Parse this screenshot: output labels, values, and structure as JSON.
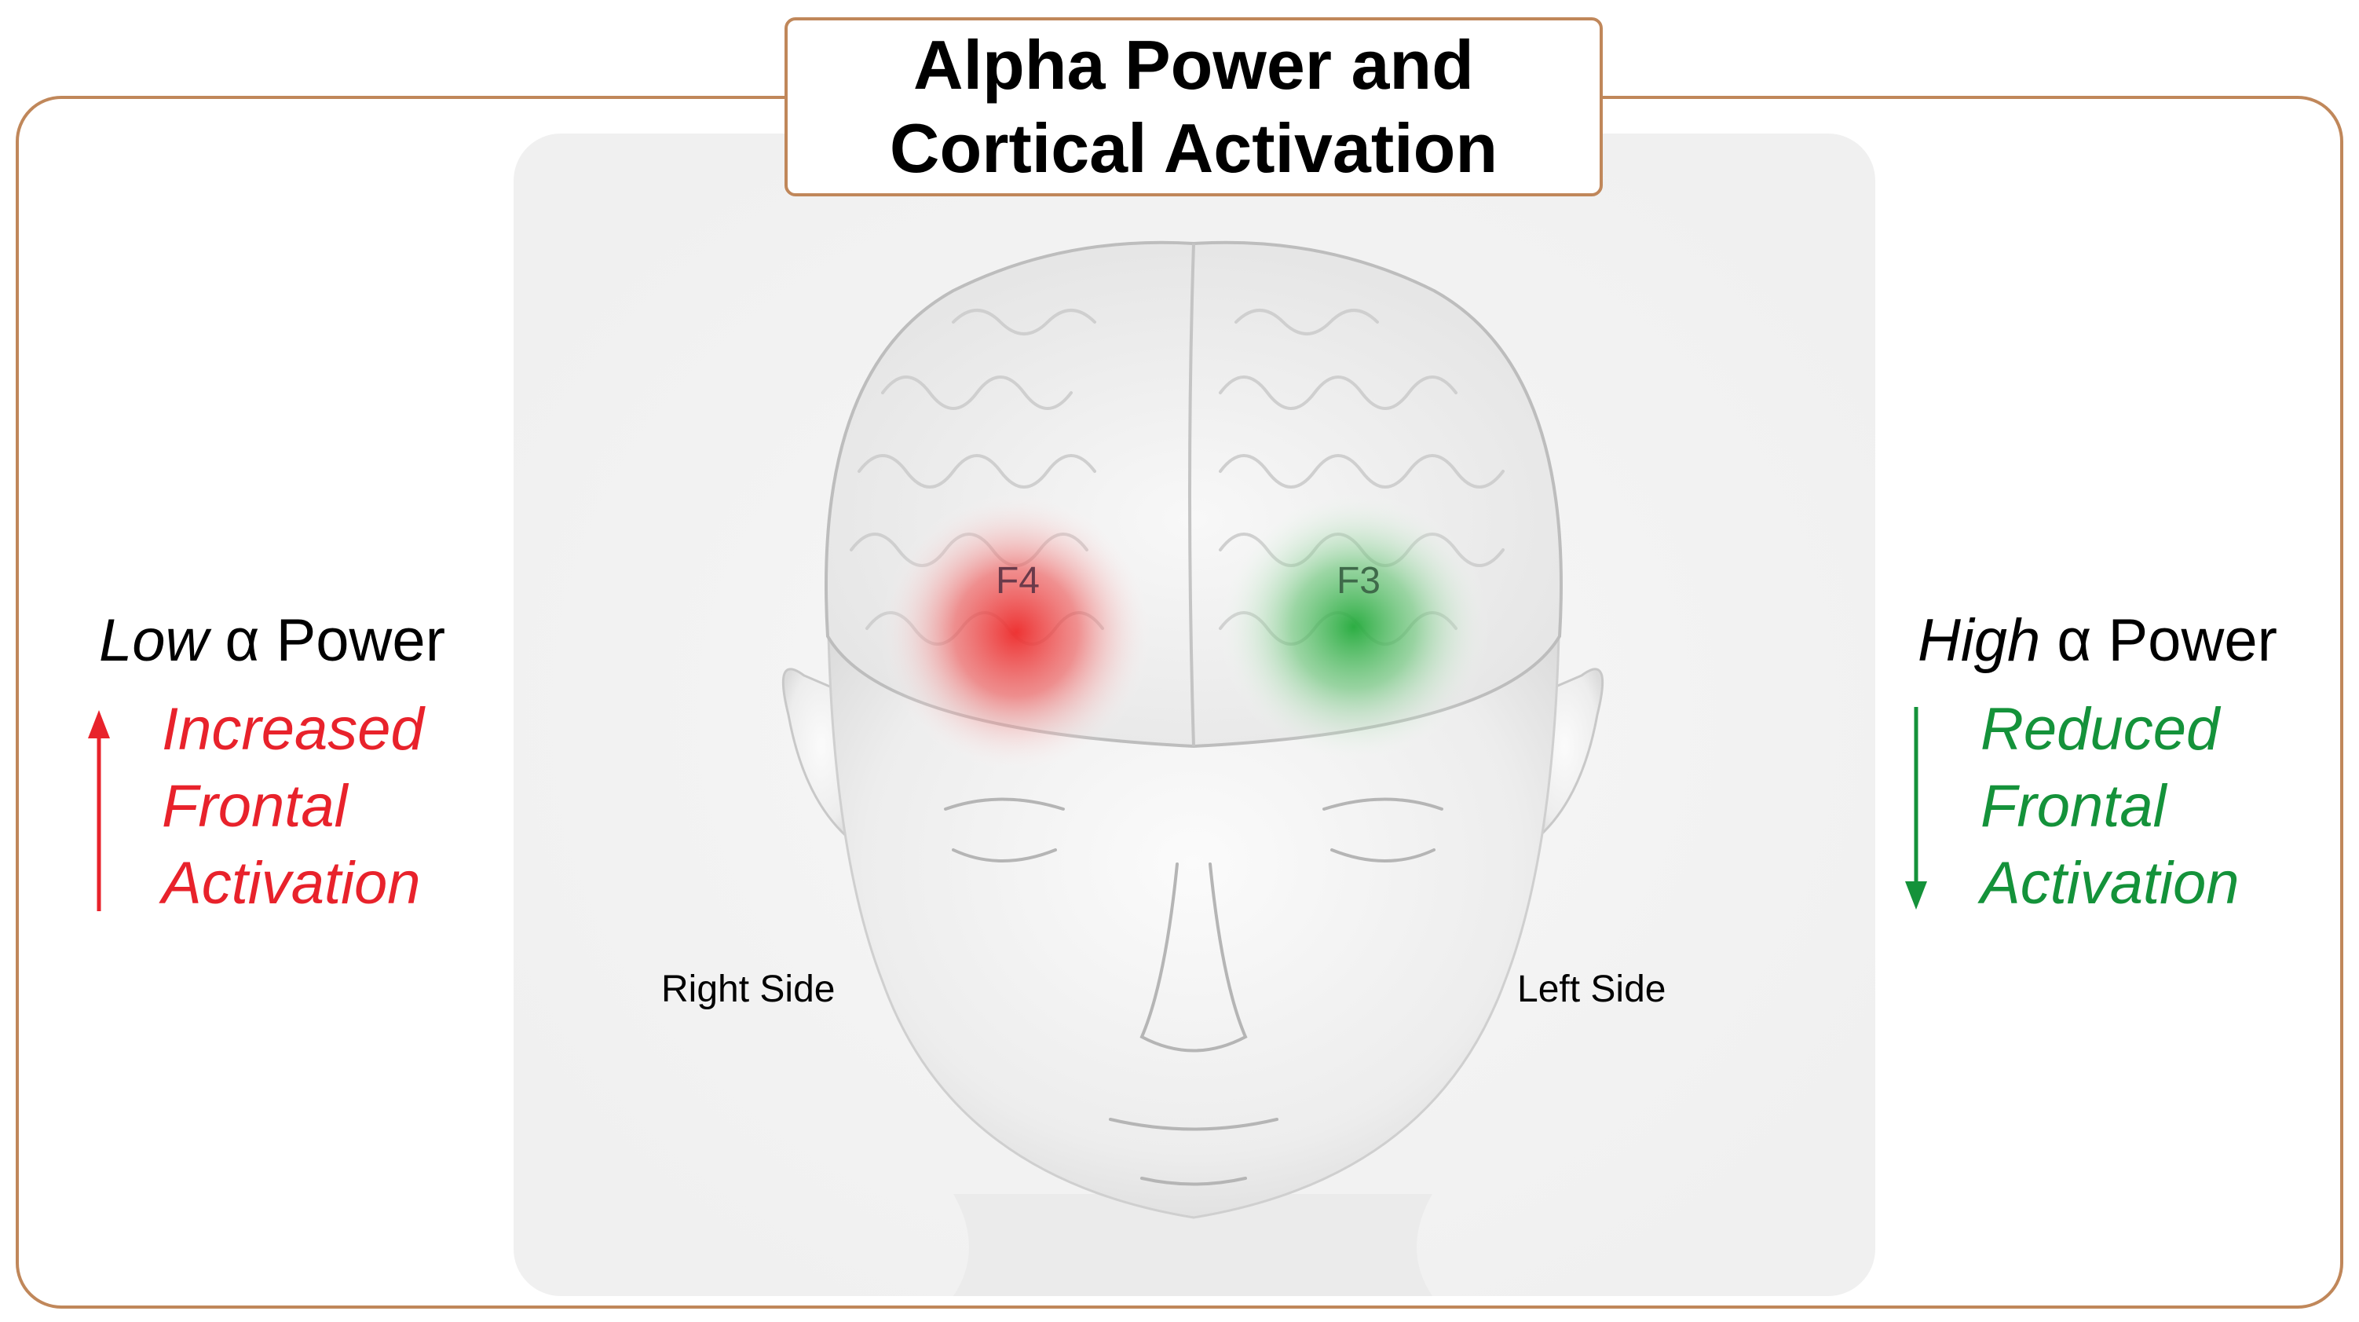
{
  "title": {
    "line1": "Alpha Power and",
    "line2": "Cortical Activation"
  },
  "electrodes": {
    "f4": "F4",
    "f3": "F3"
  },
  "sides": {
    "right": "Right Side",
    "left": "Left Side"
  },
  "left_panel": {
    "power_italic": "Low",
    "power_rest": " α Power",
    "effect_lines": [
      "Increased",
      "Frontal",
      "Activation"
    ],
    "color": "#e8222b",
    "arrow": "up"
  },
  "right_panel": {
    "power_italic": "High",
    "power_rest": " α Power",
    "effect_lines": [
      "Reduced",
      "Frontal",
      "Activation"
    ],
    "color": "#14923a",
    "arrow": "down"
  },
  "colors": {
    "frame": "#c0875a",
    "red_glow": "#ee2a2a",
    "green_glow": "#22aa3a"
  }
}
